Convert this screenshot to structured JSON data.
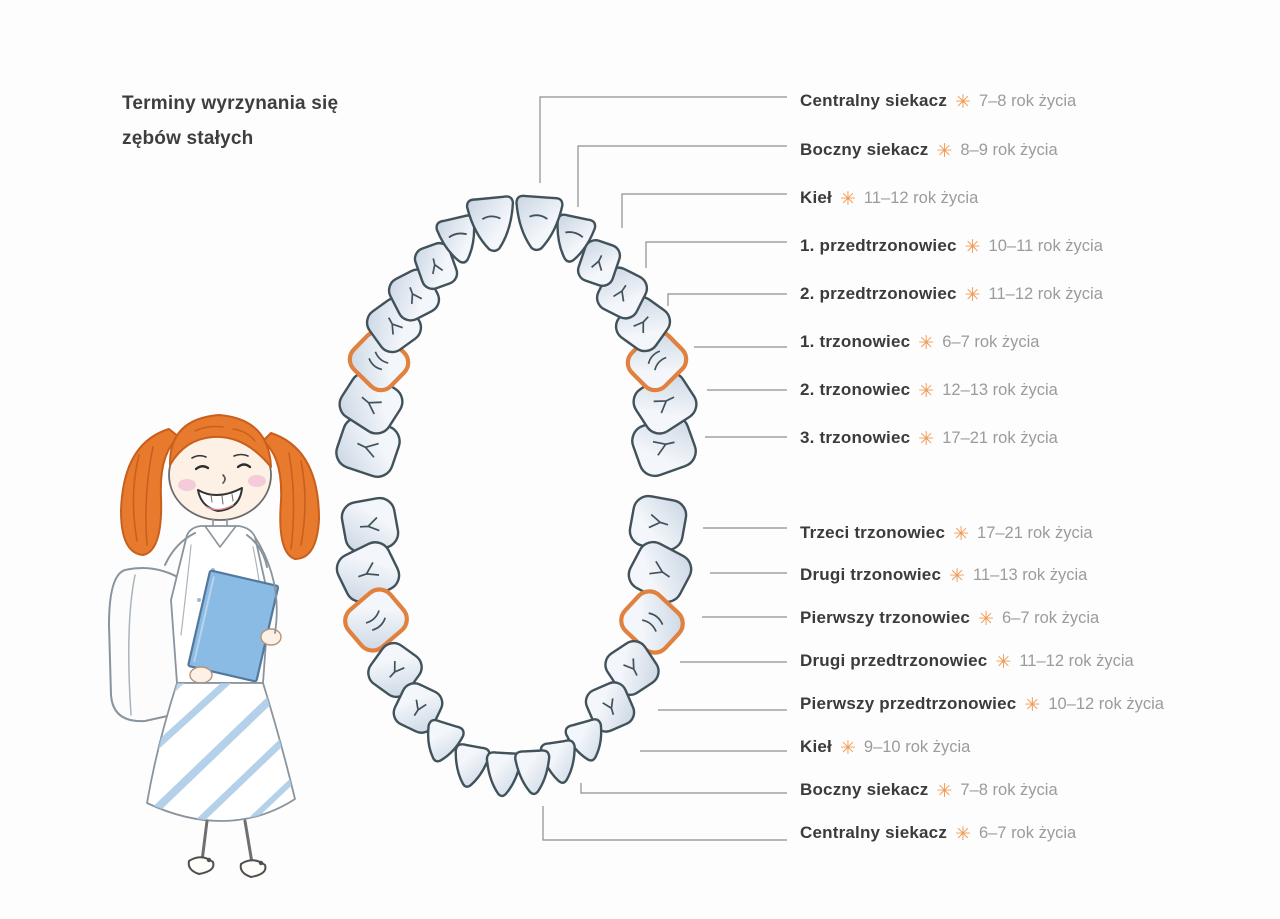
{
  "title": {
    "line1": "Terminy wyrzynania się",
    "line2": "zębów stałych"
  },
  "legend_symbol": "✳",
  "upper_teeth_labels": [
    {
      "name": "Centralny siekacz",
      "age": "7–8 rok życia"
    },
    {
      "name": "Boczny siekacz",
      "age": "8–9 rok życia"
    },
    {
      "name": "Kieł",
      "age": "11–12 rok życia"
    },
    {
      "name": "1. przedtrzonowiec",
      "age": "10–11 rok życia"
    },
    {
      "name": "2. przedtrzonowiec",
      "age": "11–12 rok życia"
    },
    {
      "name": "1. trzonowiec",
      "age": "6–7 rok życia"
    },
    {
      "name": "2. trzonowiec",
      "age": "12–13 rok życia"
    },
    {
      "name": "3. trzonowiec",
      "age": "17–21 rok życia"
    }
  ],
  "lower_teeth_labels": [
    {
      "name": "Trzeci trzonowiec",
      "age": "17–21 rok życia"
    },
    {
      "name": "Drugi trzonowiec",
      "age": "11–13 rok życia"
    },
    {
      "name": "Pierwszy trzonowiec",
      "age": "6–7 rok życia"
    },
    {
      "name": "Drugi przedtrzonowiec",
      "age": "11–12 rok życia"
    },
    {
      "name": "Pierwszy przedtrzonowiec",
      "age": "10–12 rok życia"
    },
    {
      "name": "Kieł",
      "age": "9–10 rok życia"
    },
    {
      "name": "Boczny siekacz",
      "age": "7–8 rok życia"
    },
    {
      "name": "Centralny siekacz",
      "age": "6–7 rok życia"
    }
  ],
  "diagram": {
    "upper_arch_teeth_count": 16,
    "lower_arch_teeth_count": 16,
    "highlighted_teeth": "pierwsze trzonowce (first molars)"
  },
  "colors": {
    "accent_orange": "#f09a52",
    "tooth_highlight_outline": "#e0813f",
    "tooth_outline": "#41525a",
    "tooth_fill_light": "#f3f6fa",
    "tooth_fill_dark": "#c9d5e3",
    "label_text": "#3b3b3b",
    "age_text": "#9b9b9b",
    "connector_line": "#8e8e8e",
    "hair_orange": "#e87a2e",
    "book_blue": "#8abbe5"
  }
}
